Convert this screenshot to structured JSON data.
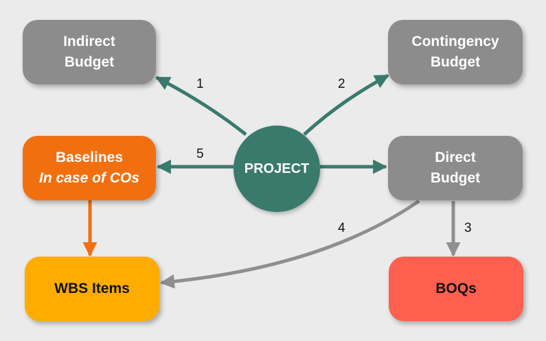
{
  "colors": {
    "background": "#ebebeb",
    "project": "#3a7a6d",
    "gray_box": "#8c8c8c",
    "baselines": "#f26f10",
    "wbs": "#ffac00",
    "boqs": "#ff5f4e",
    "gray_arrow": "#8f8f8f",
    "teal_arrow": "#3a7a6d",
    "orange_arrow": "#f26f10"
  },
  "nodes": {
    "project": {
      "label": "PROJECT"
    },
    "indirect_budget": {
      "line1": "Indirect",
      "line2": "Budget"
    },
    "contingency_budget": {
      "line1": "Contingency",
      "line2": "Budget"
    },
    "direct_budget": {
      "line1": "Direct",
      "line2": "Budget"
    },
    "baselines": {
      "line1": "Baselines",
      "line2": "In case of COs"
    },
    "wbs_items": {
      "label": "WBS Items"
    },
    "boqs": {
      "label": "BOQs"
    }
  },
  "edges": [
    {
      "id": "1",
      "from": "PROJECT",
      "to": "Indirect Budget",
      "label": "1",
      "color": "teal"
    },
    {
      "id": "2",
      "from": "PROJECT",
      "to": "Contingency Budget",
      "label": "2",
      "color": "teal"
    },
    {
      "id": "3",
      "from": "Direct Budget",
      "to": "BOQs",
      "label": "3",
      "color": "gray"
    },
    {
      "id": "4",
      "from": "Direct Budget",
      "to": "WBS Items",
      "label": "4",
      "color": "gray"
    },
    {
      "id": "5",
      "from": "PROJECT",
      "to": "Baselines",
      "label": "5",
      "color": "teal"
    },
    {
      "id": "6",
      "from": "PROJECT",
      "to": "Direct Budget",
      "label": "",
      "color": "teal"
    },
    {
      "id": "7",
      "from": "Baselines",
      "to": "WBS Items",
      "label": "",
      "color": "orange"
    }
  ]
}
